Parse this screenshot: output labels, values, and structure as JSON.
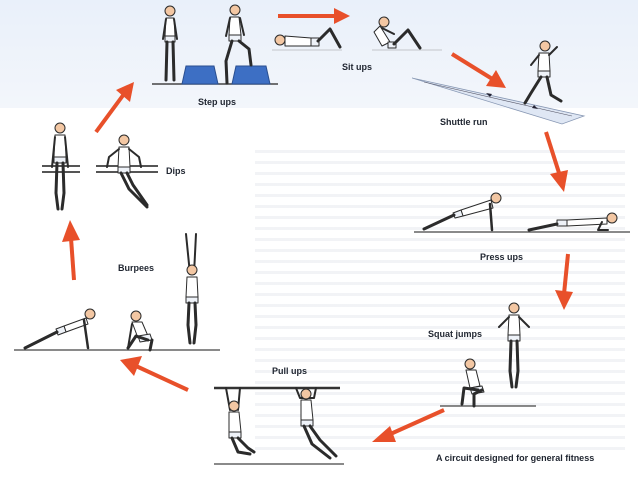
{
  "diagram": {
    "caption": "A circuit designed for general fitness",
    "stations": [
      {
        "id": "step-ups",
        "label": "Step ups"
      },
      {
        "id": "sit-ups",
        "label": "Sit ups"
      },
      {
        "id": "shuttle-run",
        "label": "Shuttle run"
      },
      {
        "id": "press-ups",
        "label": "Press ups"
      },
      {
        "id": "squat-jumps",
        "label": "Squat jumps"
      },
      {
        "id": "pull-ups",
        "label": "Pull ups"
      },
      {
        "id": "burpees",
        "label": "Burpees"
      },
      {
        "id": "dips",
        "label": "Dips"
      }
    ]
  },
  "colors": {
    "arrow": "#e8502a",
    "skin": "#f3c7a3",
    "outline": "#2b2b2b",
    "step_block": "#3d6fc4",
    "floor": "#444444",
    "track": "#dfe7f4",
    "vest": "#ffffff",
    "shorts": "#eef2f8"
  }
}
